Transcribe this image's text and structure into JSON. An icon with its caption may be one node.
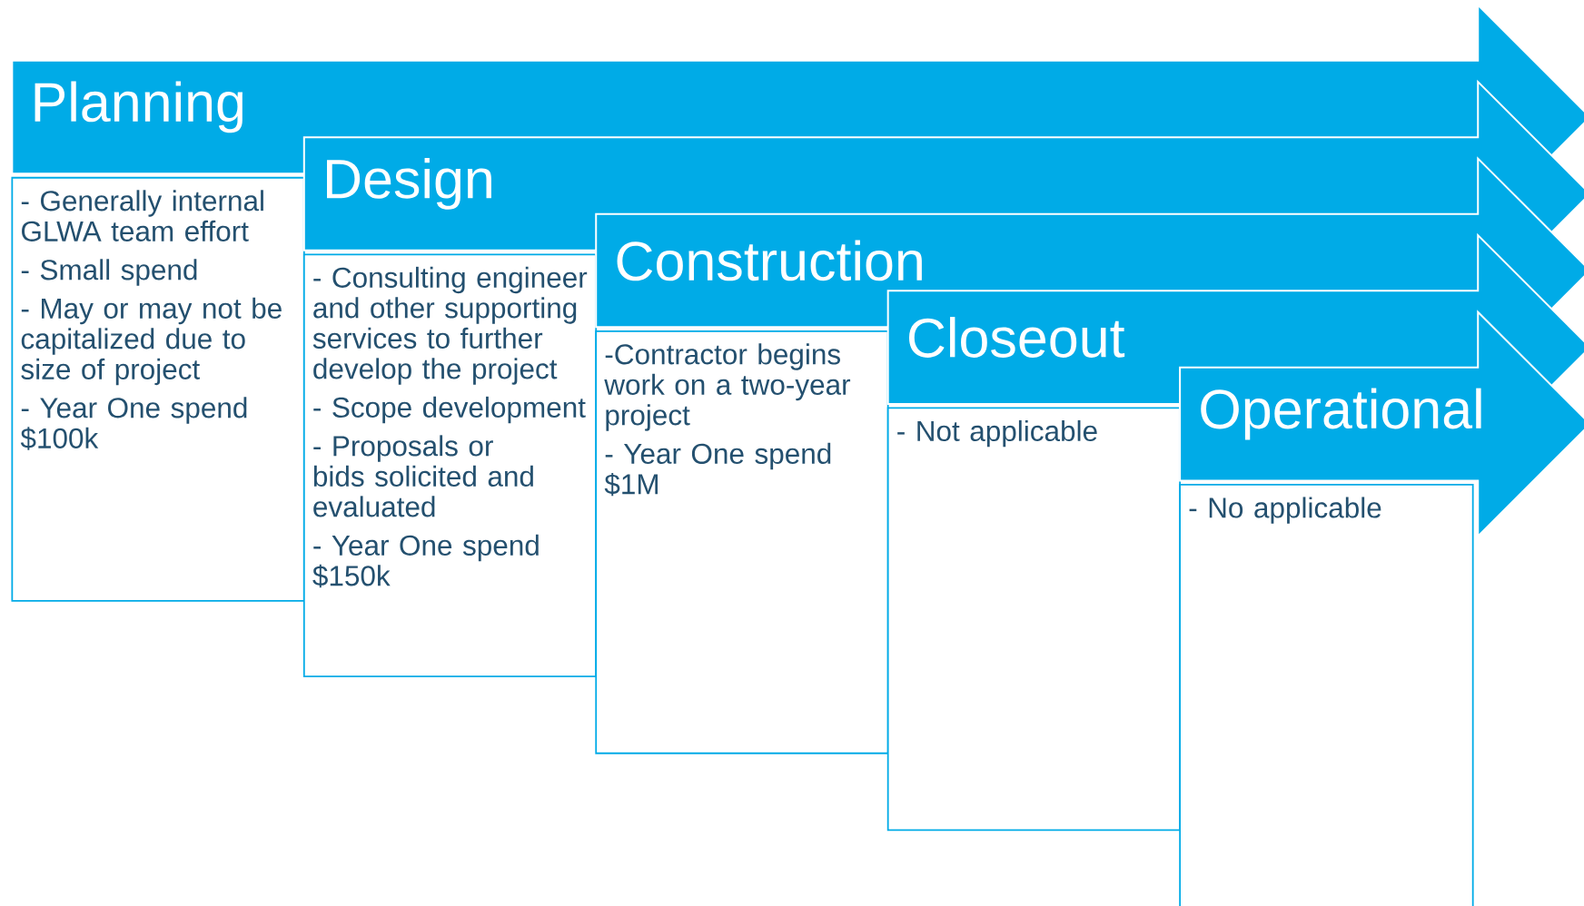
{
  "diagram": {
    "nodes": [
      {
        "text": [
          "Planning"
        ]
      },
      {
        "text": [
          "- Generally internal GLWA team effort",
          "- Small spend",
          "- May or may not be capitalized due to size of project",
          "- Year One spend $100k"
        ]
      },
      {
        "text": [
          "Design"
        ]
      },
      {
        "text": [
          "- Consulting engineer and other supporting services to further develop the project",
          "- Scope development",
          "- Proposals or bids solicited and evaluated",
          "- Year One spend $150k"
        ]
      },
      {
        "text": [
          "Construction"
        ]
      },
      {
        "text": [
          "-Contractor begins work on a two-year project",
          "- Year One spend $1M"
        ]
      },
      {
        "text": [
          "Closeout"
        ]
      },
      {
        "text": [
          "- Not applicable"
        ]
      },
      {
        "text": [
          "Operational"
        ]
      },
      {
        "text": [
          "- No applicable"
        ]
      }
    ]
  }
}
